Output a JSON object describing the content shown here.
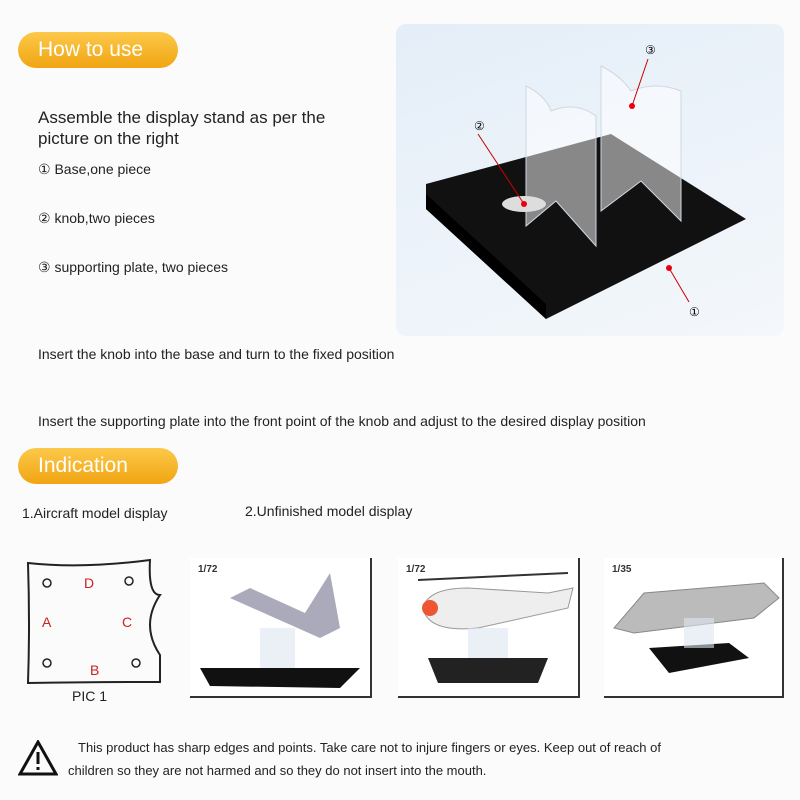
{
  "how_to_use": {
    "title": "How to use",
    "intro_line1": "Assemble the display stand as per the",
    "intro_line2": "picture on the right",
    "parts": [
      "① Base,one piece",
      "② knob,two pieces",
      "③ supporting plate, two pieces"
    ],
    "step1": "Insert the knob into the base and turn to the fixed position",
    "step2": "Insert the supporting plate into the front point of the knob and adjust to the desired display position",
    "callouts": [
      "①",
      "②",
      "③"
    ]
  },
  "indication": {
    "title": "Indication",
    "item1": "1.Aircraft model display",
    "item2": "2.Unfinished model display",
    "pic1": {
      "caption": "PIC 1",
      "labels": [
        "D",
        "A",
        "C",
        "B"
      ]
    },
    "photos": [
      {
        "scale": "1/72"
      },
      {
        "scale": "1/72"
      },
      {
        "scale": "1/35"
      }
    ]
  },
  "warning": {
    "line1": "This product has sharp edges and points.  Take care not to injure fingers or eyes. Keep out of reach of",
    "line2": "children so they are not harmed  and so they do not insert into the mouth."
  }
}
